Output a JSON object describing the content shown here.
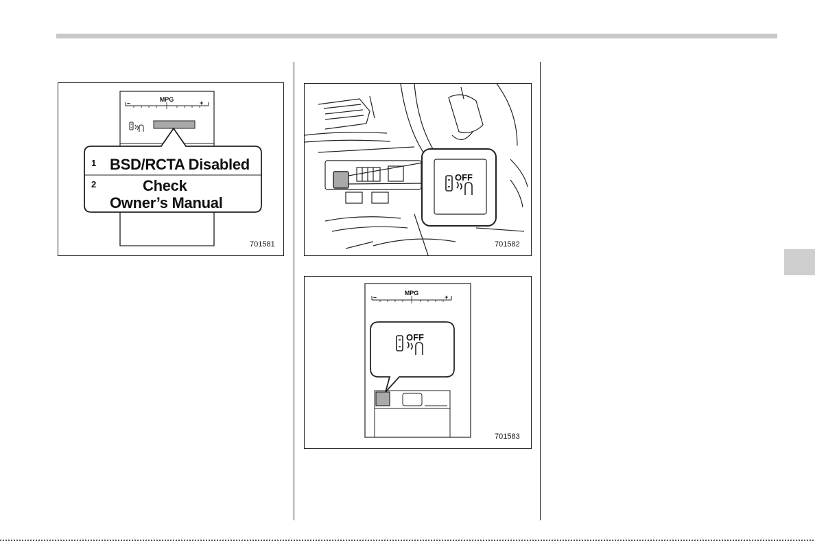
{
  "figures": [
    {
      "figure_number": "701581",
      "gauge_label": "MPG",
      "gauge_minus": "–",
      "gauge_plus": "+",
      "popup_lines": [
        {
          "index": "1",
          "text": "BSD/RCTA Disabled"
        },
        {
          "index": "2",
          "text": "Check"
        },
        {
          "index": "",
          "text": "Owner’s Manual"
        }
      ]
    },
    {
      "figure_number": "701582",
      "switch_label": "OFF"
    },
    {
      "figure_number": "701583",
      "gauge_label": "MPG",
      "gauge_minus": "–",
      "gauge_plus": "+",
      "indicator_label": "OFF"
    }
  ],
  "icons": [
    "bsd-rcta-icon",
    "bsd-rcta-off-icon"
  ],
  "colors": {
    "rule_bar": "#c8c8c8",
    "side_tab": "#cfcfcf",
    "highlight": "#a9a9a9"
  }
}
